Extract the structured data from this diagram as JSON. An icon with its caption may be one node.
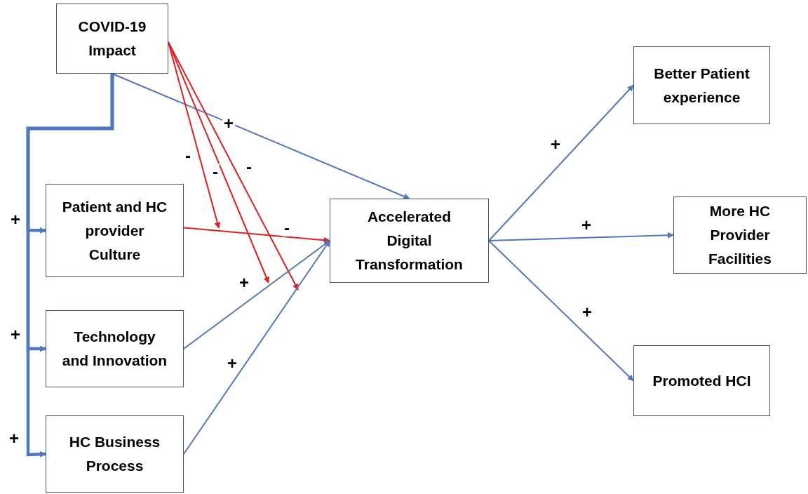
{
  "diagram": {
    "nodes": [
      {
        "text": [
          "COVID-19 Impact"
        ]
      },
      {
        "text": [
          "Patient and HC provider Culture"
        ]
      },
      {
        "text": [
          "Technology and Innovation"
        ]
      },
      {
        "text": [
          "HC Business Process"
        ]
      },
      {
        "text": [
          "Accelerated Digital Transformation"
        ]
      },
      {
        "text": [
          "Better Patient experience"
        ]
      },
      {
        "text": [
          "More HC Provider Facilities"
        ]
      },
      {
        "text": [
          "Promoted HCI"
        ]
      }
    ],
    "edges": [
      {
        "from": 0,
        "to": 4,
        "arrow": "to",
        "label": "+"
      },
      {
        "from": 0,
        "to": 1,
        "arrow": "to",
        "label": "+",
        "style": "thick"
      },
      {
        "from": 0,
        "to": 2,
        "arrow": "to",
        "label": "+",
        "style": "thick"
      },
      {
        "from": 0,
        "to": 3,
        "arrow": "to",
        "label": "+",
        "style": "thick"
      },
      {
        "from": 0,
        "to": null,
        "arrow": "to",
        "label": "-",
        "color": "#e41e1e"
      },
      {
        "from": 0,
        "to": null,
        "arrow": "to",
        "label": "-",
        "color": "#e41e1e"
      },
      {
        "from": 0,
        "to": null,
        "arrow": "to",
        "label": "-",
        "color": "#e41e1e"
      },
      {
        "from": 1,
        "to": 4,
        "arrow": "to",
        "label": "-",
        "color": "#e41e1e"
      },
      {
        "from": 2,
        "to": 4,
        "arrow": "to",
        "label": "+"
      },
      {
        "from": 3,
        "to": 4,
        "arrow": "to",
        "label": "+"
      },
      {
        "from": 4,
        "to": 5,
        "arrow": "to",
        "label": "+"
      },
      {
        "from": 4,
        "to": 6,
        "arrow": "to",
        "label": "+"
      },
      {
        "from": 4,
        "to": 7,
        "arrow": "to",
        "label": "+"
      }
    ]
  }
}
